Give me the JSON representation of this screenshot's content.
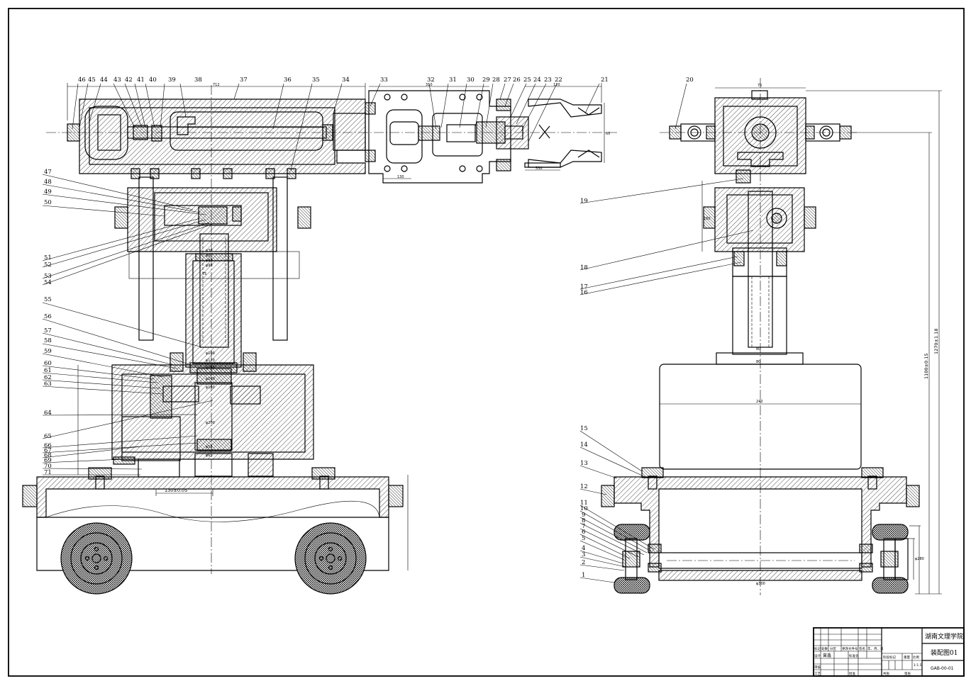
{
  "title_block": {
    "school": "湖南文理学院",
    "drawing_name": "装配图01",
    "drawing_no": "GAB-00-01",
    "cells": [
      "标记",
      "处数",
      "分区",
      "更改文件号",
      "签名",
      "年、月、日",
      "设计",
      "标准化",
      "审核",
      "工艺",
      "批准",
      "阶段标记",
      "重量",
      "比例",
      "共张",
      "第张",
      "1:1.5",
      "曾鑫"
    ]
  },
  "part_labels": {
    "top": [
      "46",
      "45",
      "44",
      "43",
      "42",
      "41",
      "40",
      "39",
      "38",
      "37",
      "36",
      "35",
      "34",
      "33",
      "32",
      "31",
      "30",
      "29",
      "28",
      "27",
      "26",
      "25",
      "24",
      "23",
      "22",
      "21",
      "20"
    ],
    "left": [
      "47",
      "48",
      "49",
      "50",
      "51",
      "52",
      "53",
      "54",
      "55",
      "56",
      "57",
      "58",
      "59",
      "60",
      "61",
      "62",
      "63",
      "64",
      "65",
      "66",
      "67",
      "68",
      "69",
      "70",
      "71"
    ],
    "right": [
      "19",
      "18",
      "17",
      "16",
      "15",
      "14",
      "13",
      "12",
      "11",
      "10",
      "9",
      "8",
      "7",
      "6",
      "5",
      "4",
      "3",
      "2",
      "1"
    ]
  },
  "dimensions": {
    "base_offset": "130±0.05",
    "vertical_1": "1100±0.15",
    "vertical_2": "1270±1.18",
    "small_labels": [
      "712",
      "310",
      "120",
      "130",
      "530",
      "60",
      "75",
      "φ30",
      "φ60",
      "φ80",
      "φ90",
      "φ100",
      "φ120",
      "φ140",
      "φ160",
      "φ180",
      "φ200",
      "φ55",
      "φ65",
      "75",
      "160",
      "80",
      "80",
      "240",
      "φ300",
      "φ280"
    ]
  }
}
